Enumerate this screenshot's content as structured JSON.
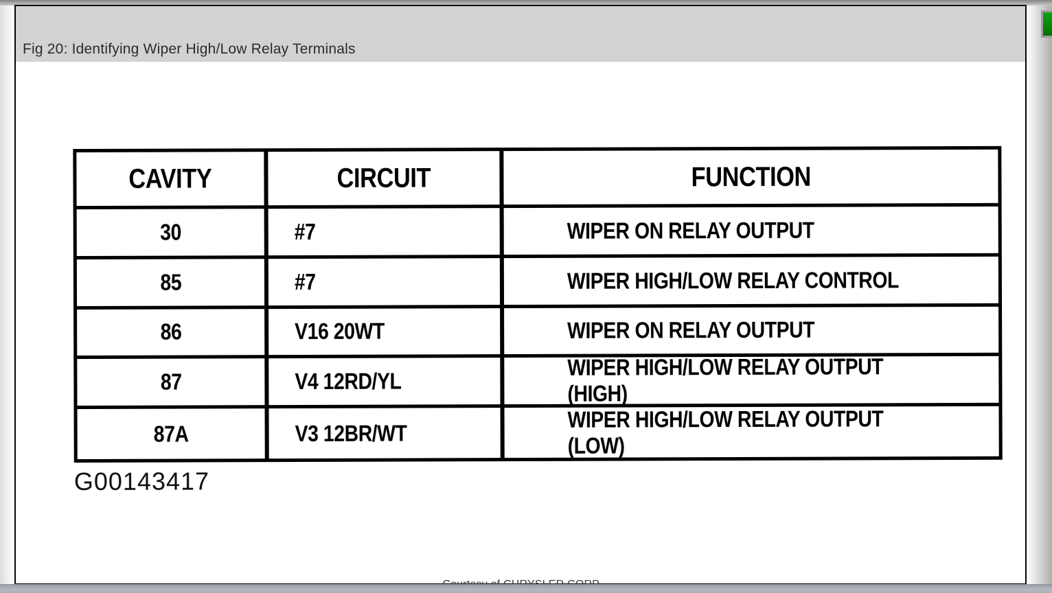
{
  "window": {
    "title": "Fig 20: Identifying Wiper High/Low Relay Terminals",
    "figure_id": "G00143417",
    "courtesy": "Courtesy of CHRYSLER CORP."
  },
  "table": {
    "headers": [
      "CAVITY",
      "CIRCUIT",
      "FUNCTION"
    ],
    "rows": [
      [
        "30",
        "#7",
        "WIPER ON RELAY OUTPUT"
      ],
      [
        "85",
        "#7",
        "WIPER HIGH/LOW RELAY CONTROL"
      ],
      [
        "86",
        "V16 20WT",
        "WIPER ON RELAY OUTPUT"
      ],
      [
        "87",
        "V4 12RD/YL",
        "WIPER HIGH/LOW RELAY OUTPUT (HIGH)"
      ],
      [
        "87A",
        "V3 12BR/WT",
        "WIPER HIGH/LOW RELAY OUTPUT (LOW)"
      ]
    ]
  },
  "colors": {
    "title_bar_bg": "#d2d2d2",
    "table_ink": "#000000",
    "scrollbar_green": "#0a8c0a",
    "bottom_bar": "#a9aeb3",
    "window_border": "#060606"
  }
}
